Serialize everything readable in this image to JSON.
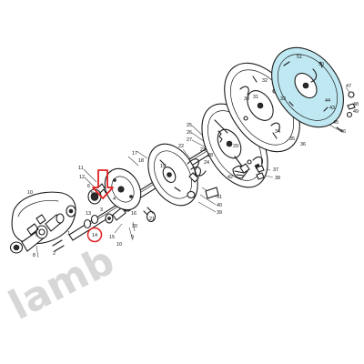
{
  "diagram": {
    "watermark": "lamb",
    "highlight_callout": "14",
    "highlight_color": "#e02020",
    "drum_tint": "#bfe8f2",
    "callouts": {
      "c1": "1",
      "c2": "2",
      "c3": "3",
      "c4": "4",
      "c5": "5",
      "c6": "6",
      "c7": "7",
      "c8": "8",
      "c9": "9",
      "c10": "10",
      "c11": "11",
      "c12": "12",
      "c13": "13",
      "c14": "14",
      "c15": "15",
      "c16": "16",
      "c17": "17",
      "c18": "18",
      "c19": "19",
      "c20": "20",
      "c21": "21",
      "c22": "22",
      "c23": "23",
      "c24": "24",
      "c25": "25",
      "c26": "26",
      "c27": "27",
      "c28": "28",
      "c29": "29",
      "c30": "30",
      "c31": "31",
      "c32": "32",
      "c33": "33",
      "c34": "34",
      "c35": "35",
      "c36": "36",
      "c37": "37",
      "c38": "38",
      "c39": "39",
      "c40": "40",
      "c41": "41",
      "c42": "42",
      "c43": "43",
      "c44": "44",
      "c45": "45",
      "c46": "46",
      "c47": "47",
      "c48": "48",
      "c49": "49",
      "c50": "50",
      "c51": "51"
    }
  }
}
